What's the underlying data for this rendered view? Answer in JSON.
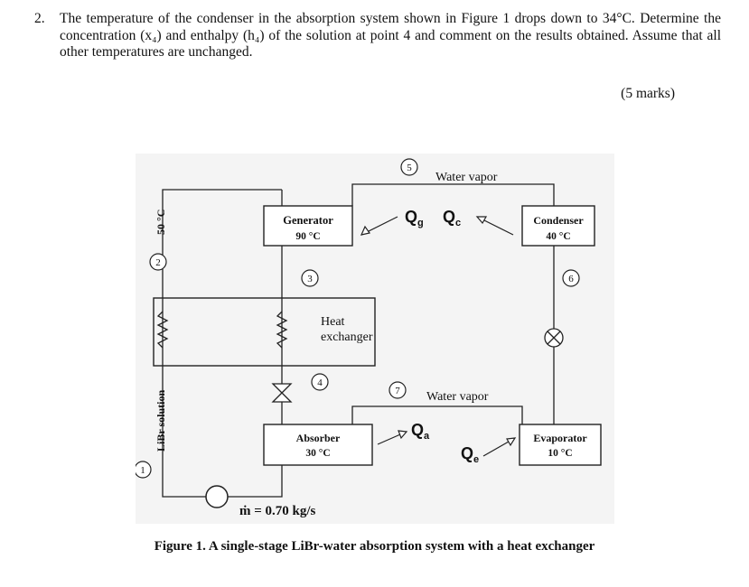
{
  "question": {
    "number": "2.",
    "text": "The temperature of the condenser in the absorption system shown in Figure 1 drops down to 34°C. Determine the concentration (x₄) and enthalpy (h₄) of the solution at point 4 and comment on the results obtained. Assume that all other temperatures are unchanged.",
    "marks": "(5 marks)"
  },
  "figure": {
    "generator": {
      "name": "Generator",
      "temp": "90 °C"
    },
    "condenser": {
      "name": "Condenser",
      "temp": "40 °C"
    },
    "absorber": {
      "name": "Absorber",
      "temp": "30 °C"
    },
    "evaporator": {
      "name": "Evaporator",
      "temp": "10 °C"
    },
    "heat_exchanger": [
      "Heat",
      "exchanger"
    ],
    "water_vapor_top": "Water vapor",
    "water_vapor_bottom": "Water vapor",
    "q_g": "Q",
    "q_g_sub": "g",
    "q_c": "Q",
    "q_c_sub": "c",
    "q_a": "Q",
    "q_a_sub": "a",
    "q_e": "Q",
    "q_e_sub": "e",
    "points": [
      "1",
      "2",
      "3",
      "4",
      "5",
      "6",
      "7"
    ],
    "left_temp": "50 °C",
    "libr_label": "LiBr solution",
    "mass_flow": "ṁ = 0.70 kg/s"
  },
  "caption": "Figure 1. A single-stage LiBr-water absorption system with a heat exchanger"
}
